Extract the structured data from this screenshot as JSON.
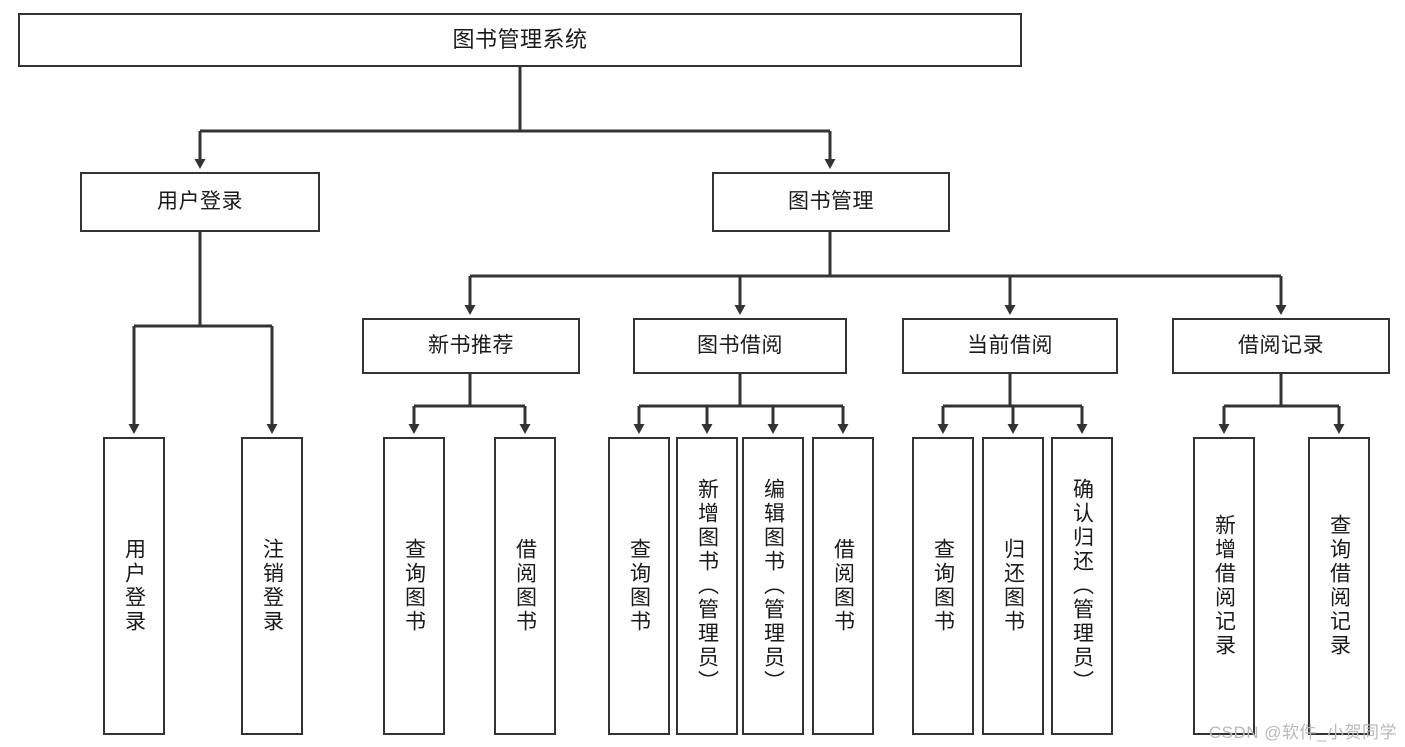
{
  "diagram": {
    "title": "图书管理系统",
    "type": "hierarchy-tree",
    "colors": {
      "background": "#ffffff",
      "box_border": "#333333",
      "box_fill": "#ffffff",
      "text": "#1a1a1a",
      "edge": "#333333",
      "watermark": "#b9b9b9"
    },
    "nodes": {
      "root": {
        "label": "图书管理系统"
      },
      "level2": [
        {
          "label": "用户登录"
        },
        {
          "label": "图书管理"
        }
      ],
      "level3": [
        {
          "label": "新书推荐"
        },
        {
          "label": "图书借阅"
        },
        {
          "label": "当前借阅"
        },
        {
          "label": "借阅记录"
        }
      ],
      "leaves": {
        "user_login": [
          {
            "label": "用户登录"
          },
          {
            "label": "注销登录"
          }
        ],
        "new_book_recommend": [
          {
            "label": "查询图书"
          },
          {
            "label": "借阅图书"
          }
        ],
        "book_borrow": [
          {
            "label": "查询图书"
          },
          {
            "label": "新增图书（管理员）"
          },
          {
            "label": "编辑图书（管理员）"
          },
          {
            "label": "借阅图书"
          }
        ],
        "current_borrow": [
          {
            "label": "查询图书"
          },
          {
            "label": "归还图书"
          },
          {
            "label": "确认归还（管理员）"
          }
        ],
        "borrow_record": [
          {
            "label": "新增借阅记录"
          },
          {
            "label": "查询借阅记录"
          }
        ]
      }
    },
    "watermark": {
      "text": "CSDN @软件_小贺同学"
    }
  }
}
